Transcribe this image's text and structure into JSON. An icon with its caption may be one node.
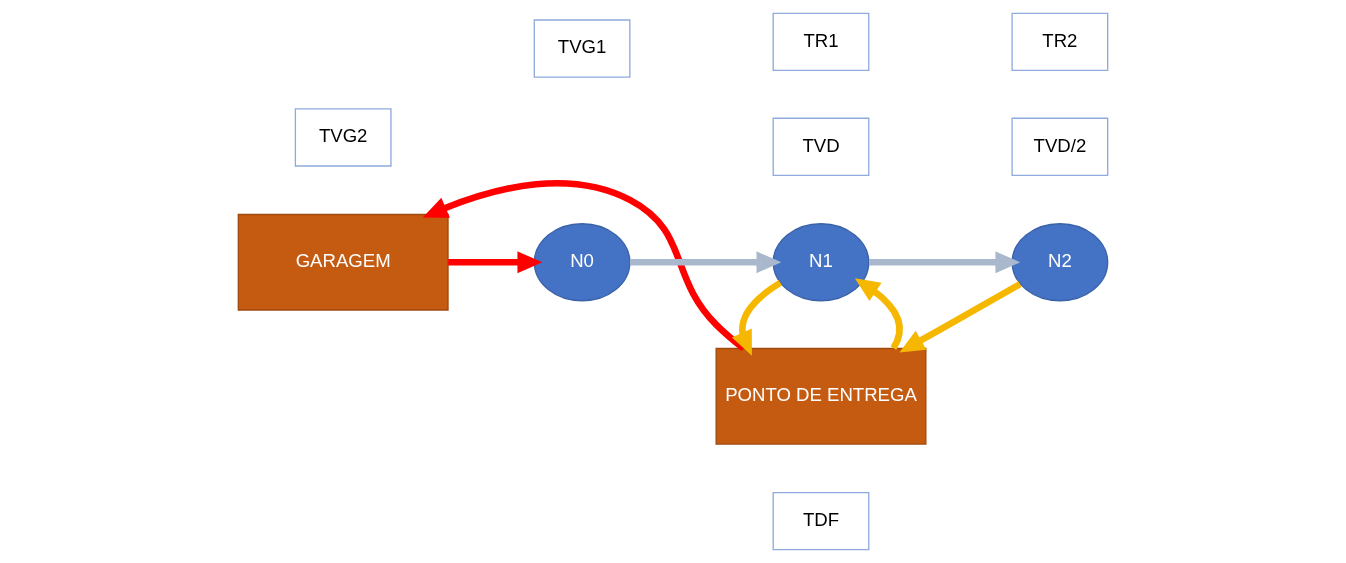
{
  "diagram": {
    "nodes": [
      {
        "text": [
          "TDF"
        ]
      },
      {
        "text": [
          "PONTO DE ENTREGA"
        ]
      },
      {
        "text": [
          "TVD/2"
        ]
      },
      {
        "text": [
          "TVG1"
        ]
      },
      {
        "text": [
          "TVD"
        ]
      },
      {
        "text": [
          "GARAGEM"
        ]
      },
      {
        "text": [
          "N0"
        ]
      },
      {
        "text": [
          "N1"
        ]
      },
      {
        "text": [
          "N2"
        ]
      },
      {
        "text": [
          "TR1"
        ]
      },
      {
        "text": [
          "TR2"
        ]
      },
      {
        "text": [
          "TVG2"
        ]
      }
    ],
    "edges": [
      {
        "from": 5,
        "to": 6,
        "arrow": "to",
        "color": "#ff0000"
      },
      {
        "from": 6,
        "to": 7,
        "arrow": "to",
        "color": "#a9b8cc"
      },
      {
        "from": 7,
        "to": 8,
        "arrow": "to",
        "color": "#a9b8cc"
      },
      {
        "from": 1,
        "to": 7,
        "arrow": "to",
        "color": "#f5b700"
      },
      {
        "from": 7,
        "to": 1,
        "arrow": "to",
        "color": "#f5b700"
      },
      {
        "from": 8,
        "to": 1,
        "arrow": "to",
        "color": "#f5b700"
      },
      {
        "from": 1,
        "to": 5,
        "arrow": "to",
        "color": "#ff0000"
      }
    ]
  }
}
